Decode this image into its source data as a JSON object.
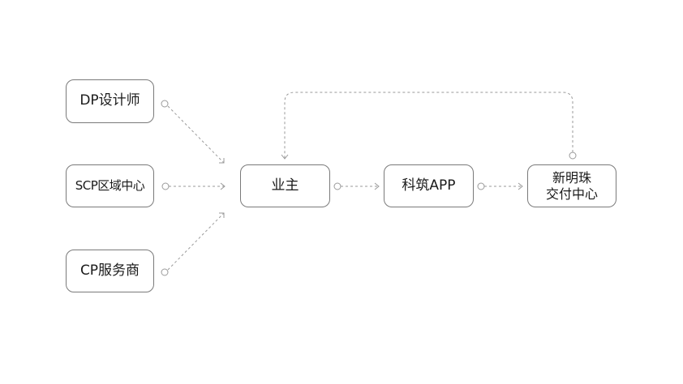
{
  "diagram": {
    "nodes": {
      "dp": "DP设计师",
      "scp": "SCP区域中心",
      "cp": "CP服务商",
      "owner": "业主",
      "app": "科筑APP",
      "center": "新明珠\n交付中心"
    },
    "edges": [
      {
        "from": "dp",
        "to": "owner"
      },
      {
        "from": "scp",
        "to": "owner"
      },
      {
        "from": "cp",
        "to": "owner"
      },
      {
        "from": "owner",
        "to": "app"
      },
      {
        "from": "app",
        "to": "center"
      },
      {
        "from": "center",
        "to": "owner"
      }
    ],
    "colors": {
      "node_border": "#7a7a7a",
      "edge": "#9a9a9a",
      "text": "#1a1a1a"
    }
  }
}
